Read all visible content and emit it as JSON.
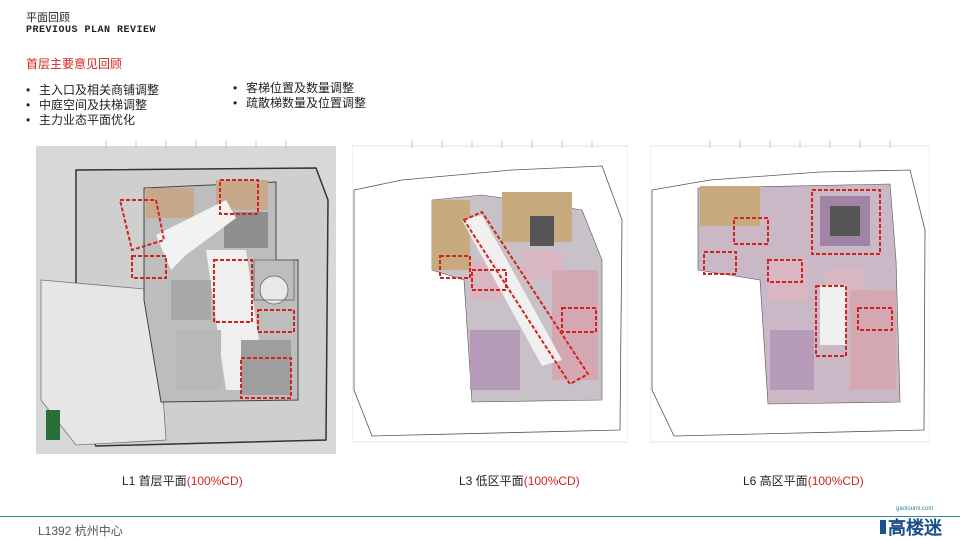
{
  "header": {
    "title_cn": "平面回顾",
    "title_en": "PREVIOUS PLAN REVIEW"
  },
  "section_title": "首层主要意见回顾",
  "bullets_left": [
    "主入口及相关商铺调整",
    "中庭空间及扶梯调整",
    "主力业态平面优化"
  ],
  "bullets_right": [
    "客梯位置及数量调整",
    "疏散梯数量及位置调整"
  ],
  "plans": [
    {
      "name": "L1 首层平面",
      "open": "(",
      "suffix": "100%CD",
      "close": ")"
    },
    {
      "name": "L3 低区平面",
      "open": "(",
      "suffix": "100%CD",
      "close": ")"
    },
    {
      "name": "L6 高区平面",
      "open": "(",
      "suffix": "100%CD",
      "close": ")"
    }
  ],
  "footer": {
    "project": "L1392 杭州中心"
  },
  "logo": {
    "text": "高楼迷",
    "subtext": "gaoloumi.com"
  },
  "colors": {
    "accent_red": "#d4231f",
    "footer_teal": "#2a8d8a"
  }
}
